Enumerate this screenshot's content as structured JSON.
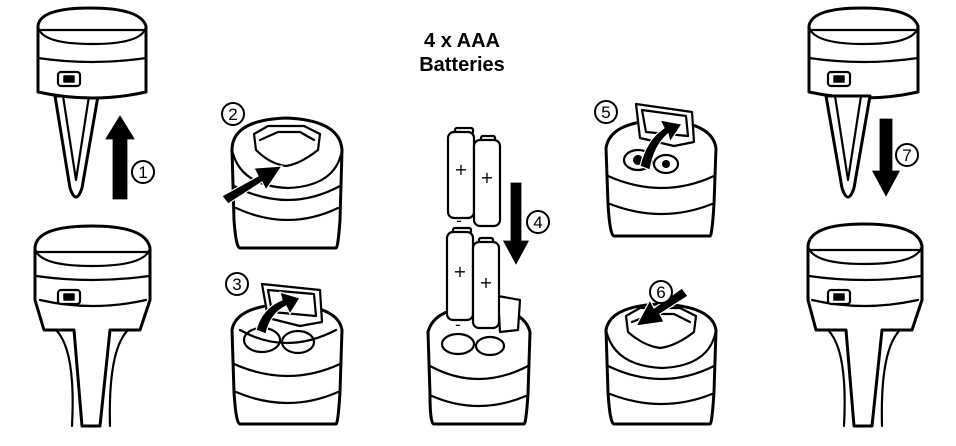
{
  "battery_label": {
    "line1": "4 x AAA",
    "line2": "Batteries"
  },
  "steps": [
    {
      "number": "1",
      "arrow_direction": "up"
    },
    {
      "number": "2",
      "arrow_direction": "in"
    },
    {
      "number": "3",
      "arrow_direction": "down"
    },
    {
      "number": "4",
      "arrow_direction": "down"
    },
    {
      "number": "5",
      "arrow_direction": "down"
    },
    {
      "number": "6",
      "arrow_direction": "in"
    },
    {
      "number": "7",
      "arrow_direction": "down"
    }
  ],
  "battery_signs": {
    "plus": "+",
    "minus": "-"
  },
  "icons": [
    "garden-stake-light",
    "battery-compartment",
    "aaa-battery",
    "step-arrow"
  ],
  "colors": {
    "ink": "#000000",
    "paper": "#ffffff"
  }
}
